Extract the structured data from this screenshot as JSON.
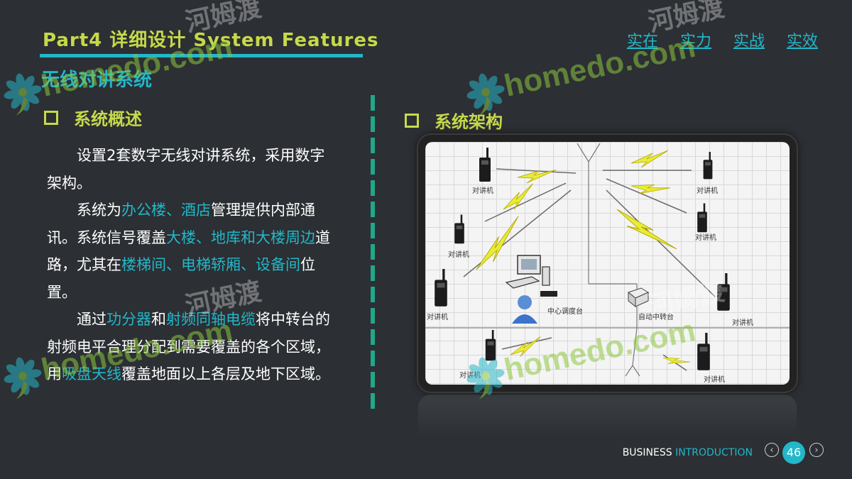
{
  "header": {
    "part_title": "Part4 详细设计 System Features",
    "tagline": [
      "实在",
      "实力",
      "实战",
      "实效"
    ]
  },
  "subtitle": "无线对讲系统",
  "left_section": {
    "heading": "系统概述",
    "paragraphs": [
      [
        {
          "t": "设置2套数字无线对讲系统，采用数字架构。",
          "hl": false
        }
      ],
      [
        {
          "t": "系统为",
          "hl": false
        },
        {
          "t": "办公楼、酒店",
          "hl": true
        },
        {
          "t": "管理提供内部通讯。系统信号覆盖",
          "hl": false
        },
        {
          "t": "大楼、地库和大楼周边",
          "hl": true
        },
        {
          "t": "道路，尤其在",
          "hl": false
        },
        {
          "t": "楼梯间、电梯轿厢、设备间",
          "hl": true
        },
        {
          "t": "位置。",
          "hl": false
        }
      ],
      [
        {
          "t": "通过",
          "hl": false
        },
        {
          "t": "功分器",
          "hl": true
        },
        {
          "t": "和",
          "hl": false
        },
        {
          "t": "射频同轴电缆",
          "hl": true
        },
        {
          "t": "将中转台的射频电平合理分配到需要覆盖的各个区域，用",
          "hl": false
        },
        {
          "t": "吸盘天线",
          "hl": true
        },
        {
          "t": "覆盖地面以上各层及地下区域。",
          "hl": false
        }
      ]
    ]
  },
  "right_section": {
    "heading": "系统架构",
    "diagram": {
      "device_label": "对讲机",
      "dispatch_label": "中心调度台",
      "repeater_label": "自动中转台"
    }
  },
  "footer": {
    "business": "BUSINESS",
    "introduction": "INTRODUCTION",
    "page_number": "46"
  },
  "watermark": {
    "brand": "homedo.com",
    "cn": "河姆渡"
  },
  "colors": {
    "background": "#2c2f33",
    "accent_green": "#c6d94a",
    "accent_cyan": "#22b7c9",
    "divider_green": "#1fa88a"
  },
  "icons": {
    "prev": "chevron-left-circle-icon",
    "next": "chevron-right-circle-icon"
  }
}
